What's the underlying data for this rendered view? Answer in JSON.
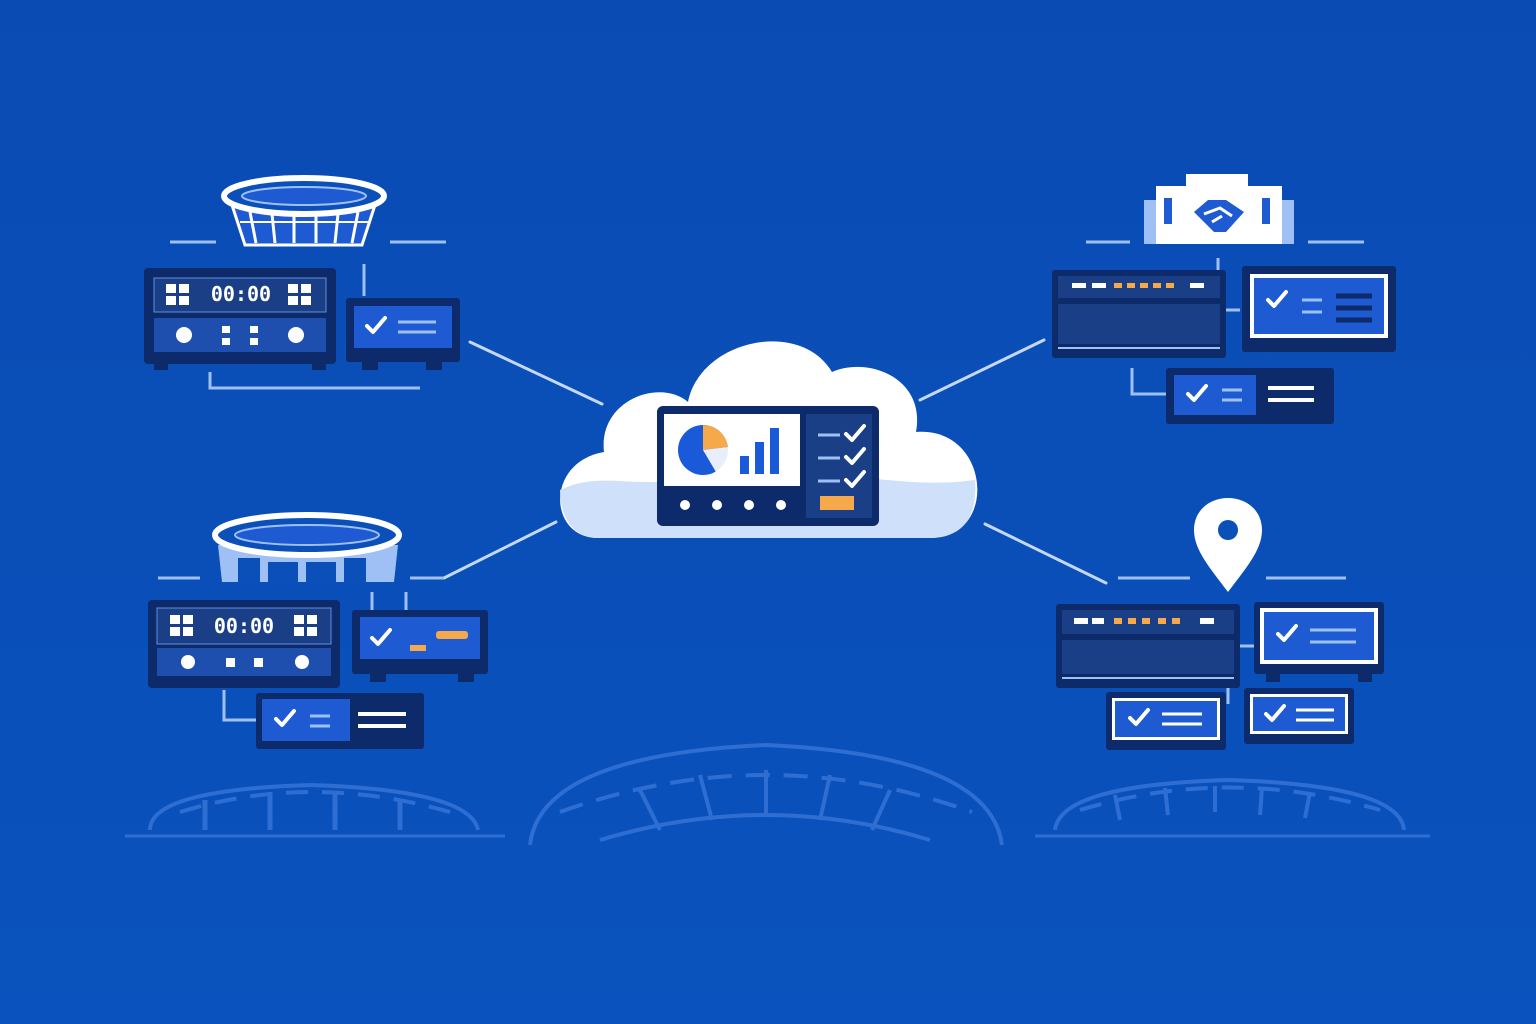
{
  "colors": {
    "background": "#0b4fb9",
    "navy": "#0d2a6b",
    "panel": "#1e5bd3",
    "panel_dark": "#1a3f86",
    "light_line": "#9fc0f5",
    "white": "#ffffff",
    "accent_orange": "#f5a94a",
    "cloud": "#ffffff",
    "cloud_shade": "#c9dcfa"
  },
  "diagram": {
    "hub": {
      "type": "cloud-dashboard",
      "icons": [
        "pie-chart-icon",
        "bar-chart-icon",
        "checklist-icon"
      ]
    },
    "nodes": [
      {
        "id": "stadium-a",
        "icon": "stadium-icon",
        "scoreboard": {
          "clock": "00:00"
        }
      },
      {
        "id": "stadium-b",
        "icon": "stadium-icon",
        "scoreboard": {
          "clock": "00:00"
        }
      },
      {
        "id": "partner-office",
        "icon": "handshake-building-icon"
      },
      {
        "id": "venue-location",
        "icon": "location-pin-icon"
      }
    ]
  }
}
